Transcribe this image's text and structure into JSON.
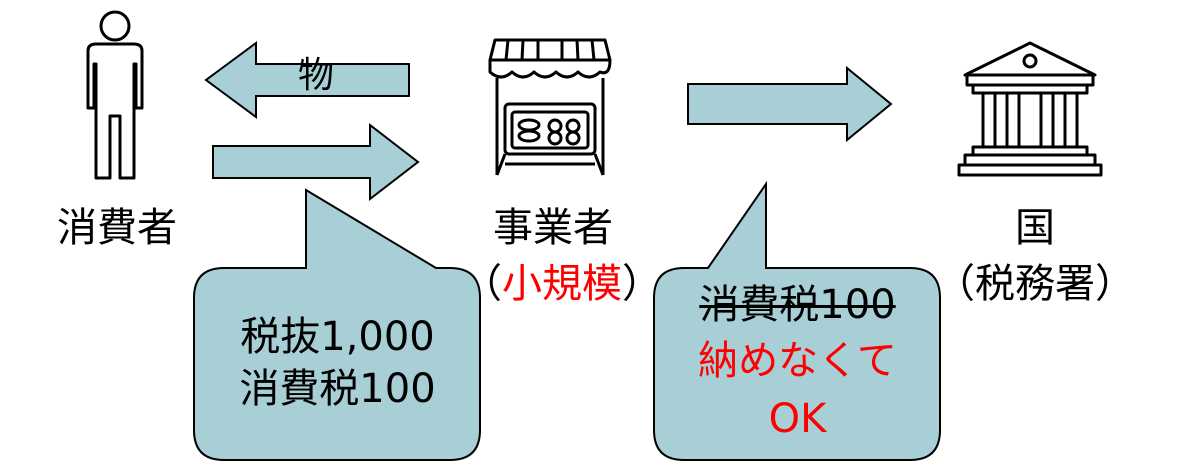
{
  "actors": {
    "consumer": {
      "label": "消費者"
    },
    "business": {
      "label": "事業者",
      "size_label": "小規模",
      "open_paren": "（",
      "close_paren": "）"
    },
    "state": {
      "label": "国",
      "sub_label": "（税務署）"
    }
  },
  "arrows": {
    "goods": {
      "label": "物"
    }
  },
  "bubbles": {
    "payment": {
      "line1": "税抜1,000",
      "line2": "消費税100"
    },
    "tax": {
      "struck_line": "消費税100",
      "line2": "納めなくて",
      "line3": "OK"
    }
  },
  "colors": {
    "arrow_fill": "#a8cfd6",
    "bubble_fill": "#a8cfd6",
    "outline": "#000000",
    "highlight": "#ff0000"
  },
  "icons": {
    "consumer": "person-icon",
    "business": "storefront-icon",
    "state": "government-building-icon"
  }
}
